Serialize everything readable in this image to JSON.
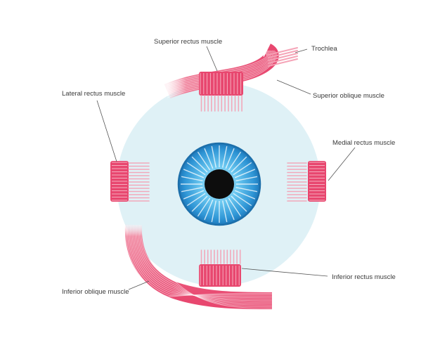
{
  "labels": {
    "superior_rectus": "Superior rectus muscle",
    "trochlea": "Trochlea",
    "superior_oblique": "Superior  oblique muscle",
    "lateral_rectus": "Lateral rectus muscle",
    "medial_rectus": "Medial rectus muscle",
    "inferior_rectus": "Inferior rectus muscle",
    "inferior_oblique": "Inferior oblique muscle"
  },
  "colors": {
    "eyeball": "#dff1f6",
    "muscle": "#e8476f",
    "muscle_light": "#f7a8bb",
    "iris": "#2f96d6",
    "iris_light": "#7fd0f2",
    "pupil": "#0d0d0d",
    "label": "#3a3a3a"
  }
}
